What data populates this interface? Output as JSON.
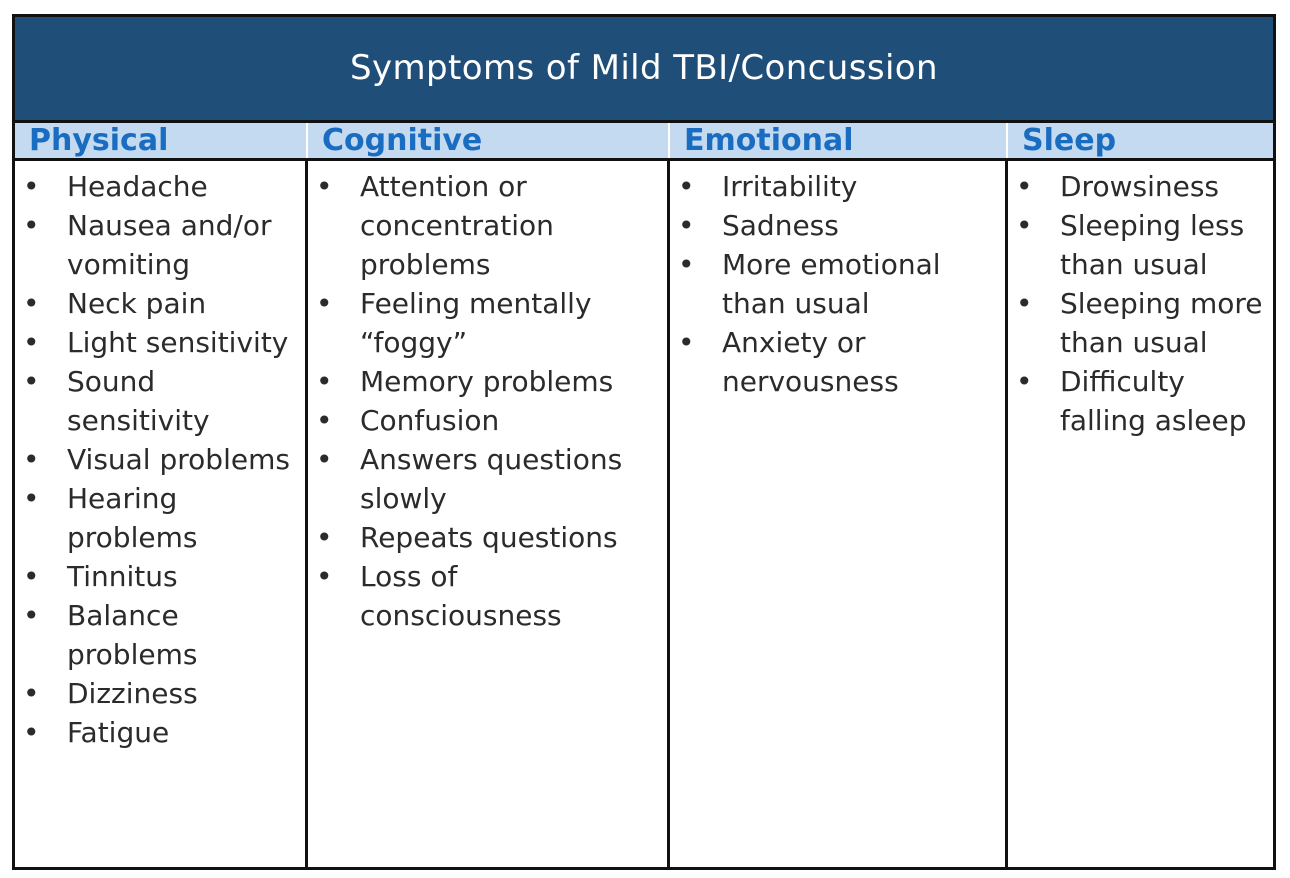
{
  "title": {
    "text": "Symptoms of Mild TBI/Concussion"
  },
  "colors": {
    "title_band": "#1f4e79",
    "title_text": "#ffffff",
    "header_band": "#c3daf0",
    "header_text": "#1a6cc0",
    "body_text": "#2b2b2b",
    "border": "#111111",
    "page_background": "#ffffff"
  },
  "bullet_glyph": "•",
  "columns": [
    {
      "header": "Physical",
      "items": [
        "Headache",
        "Nausea and/or vomiting",
        "Neck pain",
        "Light sensitivity",
        "Sound sensitivity",
        "Visual problems",
        "Hearing problems",
        "Tinnitus",
        "Balance problems",
        "Dizziness",
        "Fatigue"
      ]
    },
    {
      "header": "Cognitive",
      "items": [
        "Attention or concentration problems",
        "Feeling mentally “foggy”",
        "Memory problems",
        "Confusion",
        "Answers questions slowly",
        "Repeats questions",
        "Loss of consciousness"
      ]
    },
    {
      "header": "Emotional",
      "items": [
        "Irritability",
        "Sadness",
        "More emotional than usual",
        "Anxiety or nervousness"
      ]
    },
    {
      "header": "Sleep",
      "items": [
        "Drowsiness",
        "Sleeping less than usual",
        "Sleeping more than usual",
        "Difficulty falling asleep"
      ]
    }
  ]
}
